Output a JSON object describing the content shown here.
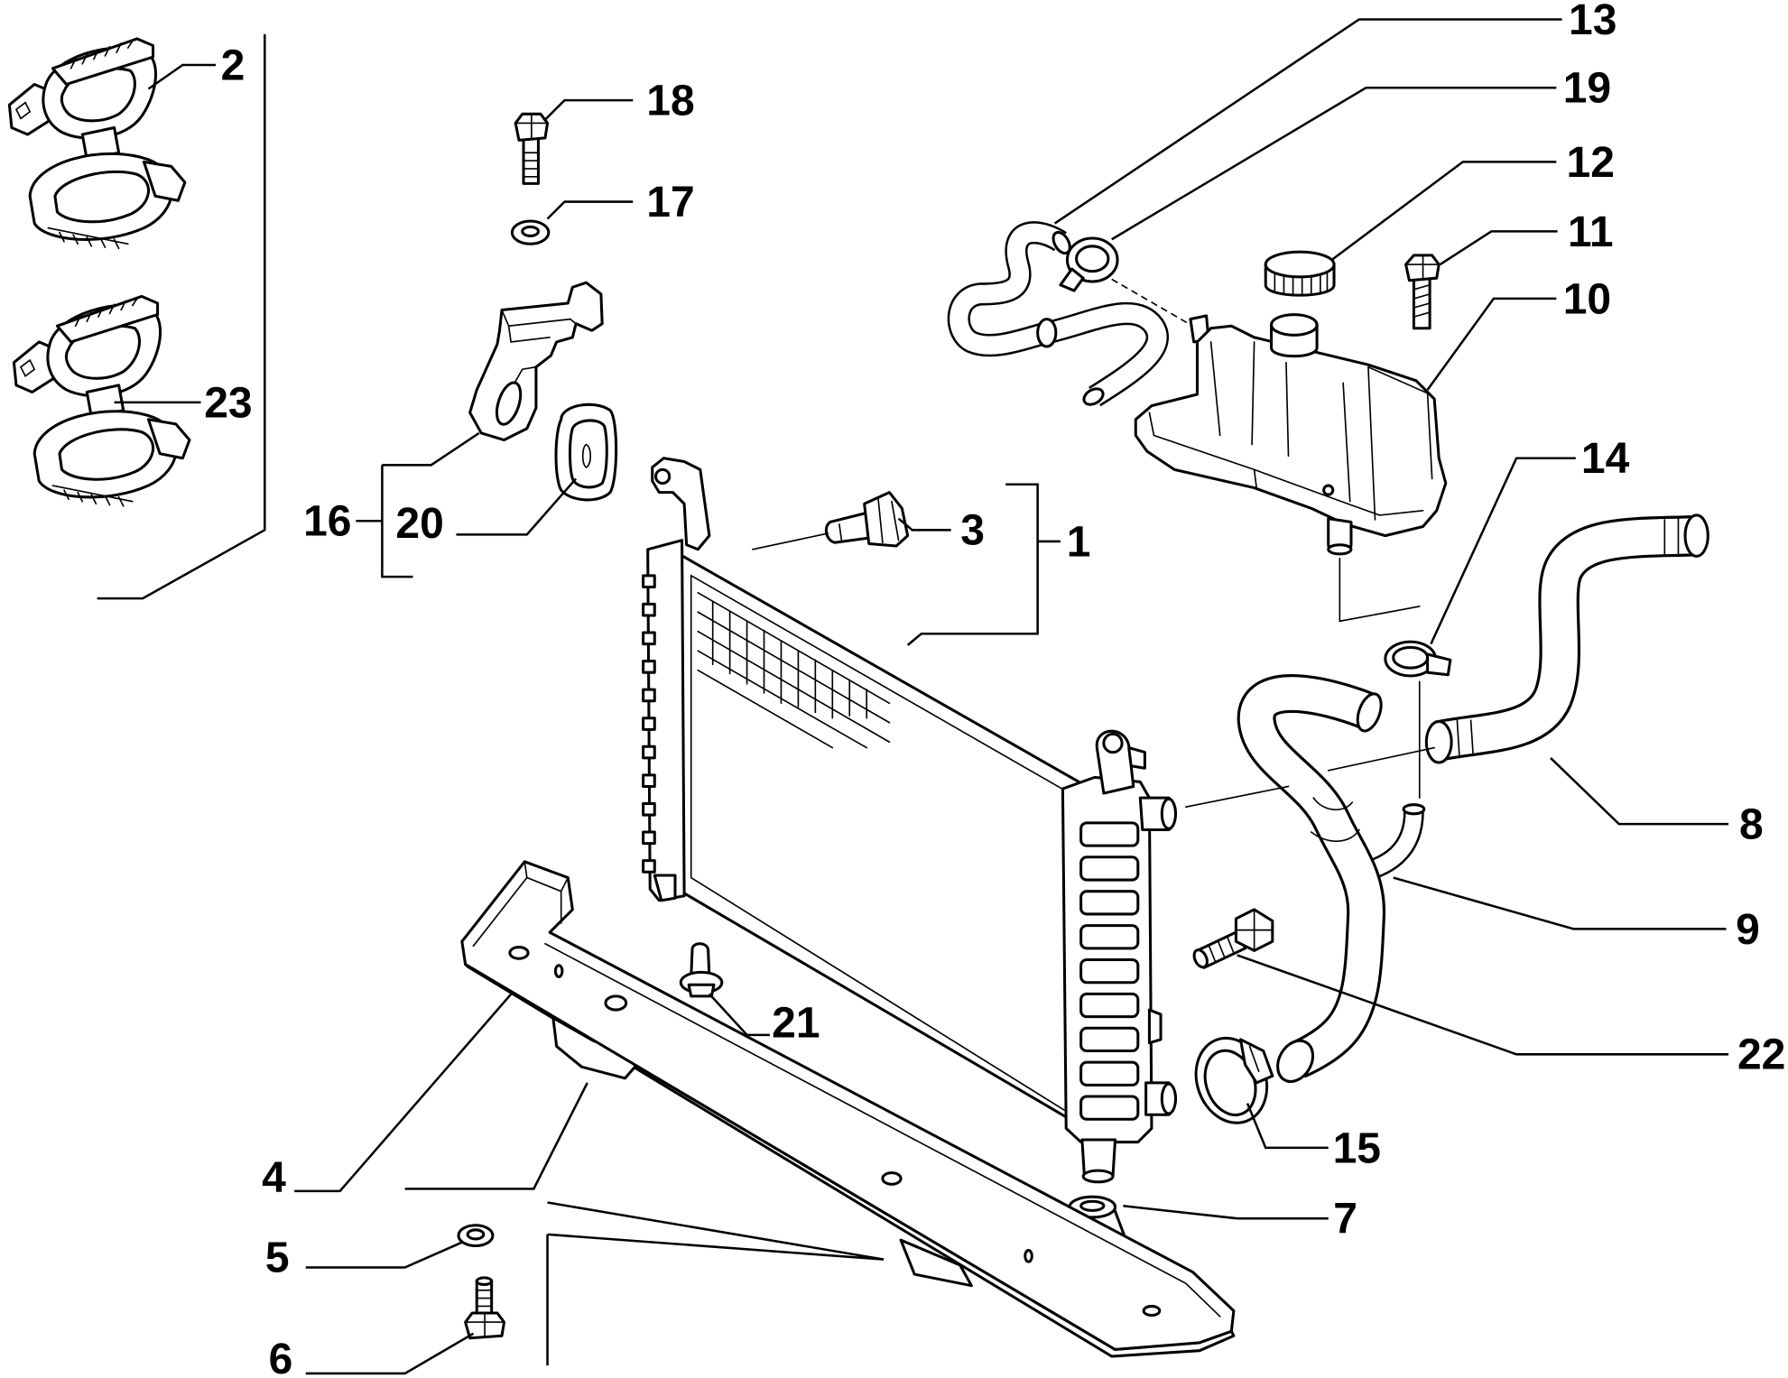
{
  "labels": [
    "1",
    "2",
    "3",
    "4",
    "5",
    "6",
    "7",
    "8",
    "9",
    "10",
    "11",
    "12",
    "13",
    "14",
    "15",
    "16",
    "17",
    "18",
    "19",
    "20",
    "21",
    "22",
    "23"
  ]
}
